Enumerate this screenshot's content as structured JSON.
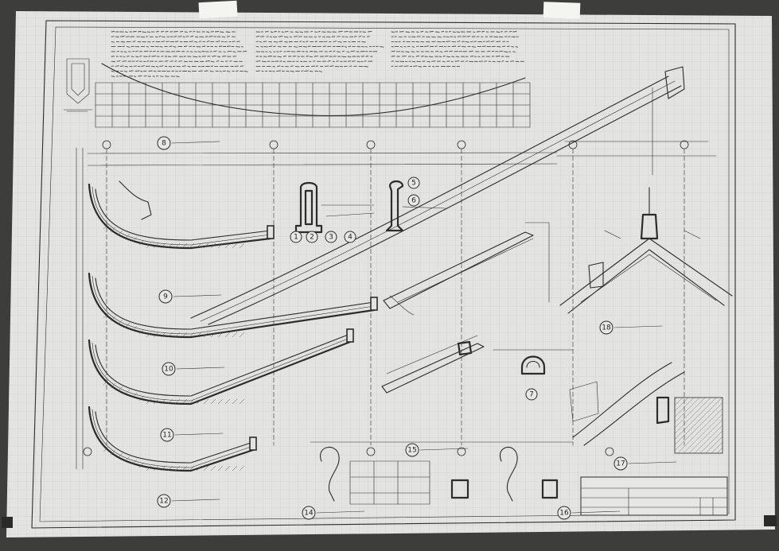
{
  "colors": {
    "paper": "#e3e4e2",
    "grid": "#c9cbc8",
    "ink": "#2c2c2a",
    "frame": "#3a3a38",
    "tape": "#f4f4f1",
    "background": "#3d3d3b"
  },
  "detail_callouts": [
    {
      "id": "8",
      "label": "8"
    },
    {
      "id": "9",
      "label": "9"
    },
    {
      "id": "10",
      "label": "10"
    },
    {
      "id": "11",
      "label": "11"
    },
    {
      "id": "12",
      "label": "12"
    },
    {
      "id": "14",
      "label": "14"
    },
    {
      "id": "15",
      "label": "15"
    },
    {
      "id": "16",
      "label": "16"
    },
    {
      "id": "17",
      "label": "17"
    },
    {
      "id": "18",
      "label": "18"
    },
    {
      "id": "1",
      "label": "1"
    },
    {
      "id": "2",
      "label": "2"
    },
    {
      "id": "3",
      "label": "3"
    },
    {
      "id": "4",
      "label": "4"
    },
    {
      "id": "5",
      "label": "5"
    },
    {
      "id": "6",
      "label": "6"
    },
    {
      "id": "7",
      "label": "7"
    }
  ],
  "icons": {
    "tape": "masking-tape-strip",
    "title_block": "drawing-title-block"
  }
}
